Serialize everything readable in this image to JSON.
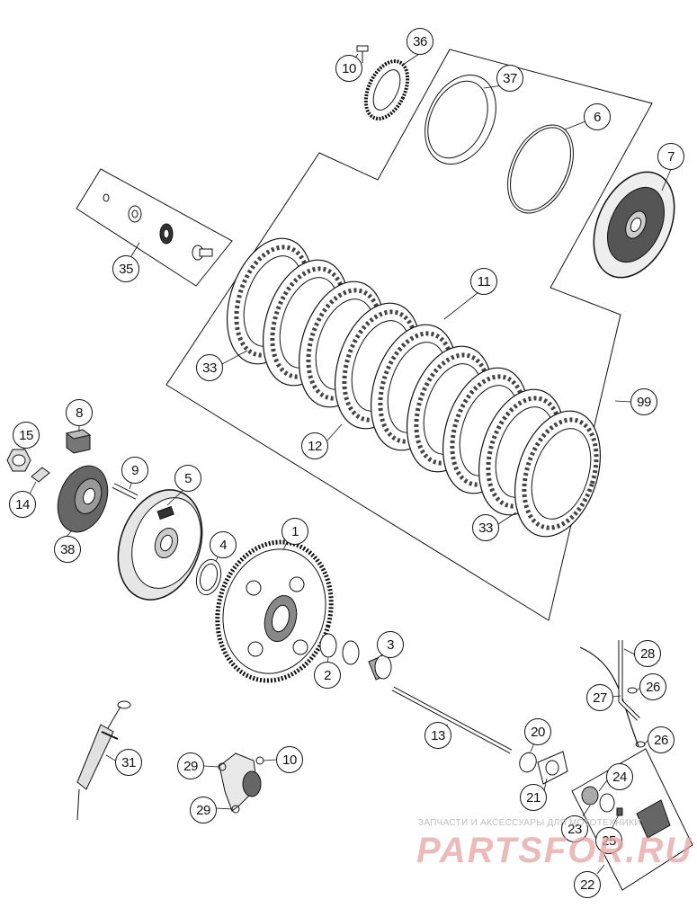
{
  "diagram": {
    "callouts": [
      {
        "id": "c10a",
        "label": "10"
      },
      {
        "id": "c36",
        "label": "36"
      },
      {
        "id": "c37",
        "label": "37"
      },
      {
        "id": "c6",
        "label": "6"
      },
      {
        "id": "c7",
        "label": "7"
      },
      {
        "id": "c35",
        "label": "35"
      },
      {
        "id": "c11",
        "label": "11"
      },
      {
        "id": "c33a",
        "label": "33"
      },
      {
        "id": "c99",
        "label": "99"
      },
      {
        "id": "c8",
        "label": "8"
      },
      {
        "id": "c15",
        "label": "15"
      },
      {
        "id": "c9",
        "label": "9"
      },
      {
        "id": "c5",
        "label": "5"
      },
      {
        "id": "c12",
        "label": "12"
      },
      {
        "id": "c14",
        "label": "14"
      },
      {
        "id": "c38",
        "label": "38"
      },
      {
        "id": "c33b",
        "label": "33"
      },
      {
        "id": "c1",
        "label": "1"
      },
      {
        "id": "c4",
        "label": "4"
      },
      {
        "id": "c3",
        "label": "3"
      },
      {
        "id": "c2",
        "label": "2"
      },
      {
        "id": "c28",
        "label": "28"
      },
      {
        "id": "c26a",
        "label": "26"
      },
      {
        "id": "c27",
        "label": "27"
      },
      {
        "id": "c13",
        "label": "13"
      },
      {
        "id": "c20",
        "label": "20"
      },
      {
        "id": "c26b",
        "label": "26"
      },
      {
        "id": "c31",
        "label": "31"
      },
      {
        "id": "c29a",
        "label": "29"
      },
      {
        "id": "c10b",
        "label": "10"
      },
      {
        "id": "c24",
        "label": "24"
      },
      {
        "id": "c21",
        "label": "21"
      },
      {
        "id": "c29b",
        "label": "29"
      },
      {
        "id": "c23",
        "label": "23"
      },
      {
        "id": "c25",
        "label": "25"
      },
      {
        "id": "c22",
        "label": "22"
      }
    ]
  },
  "watermark": {
    "line1": "ЗАПЧАСТИ И АКСЕССУАРЫ ДЛЯ МОТОТЕХНИКИ",
    "line2": "PARTSFOR.RU",
    "color": "#e07a7a"
  }
}
